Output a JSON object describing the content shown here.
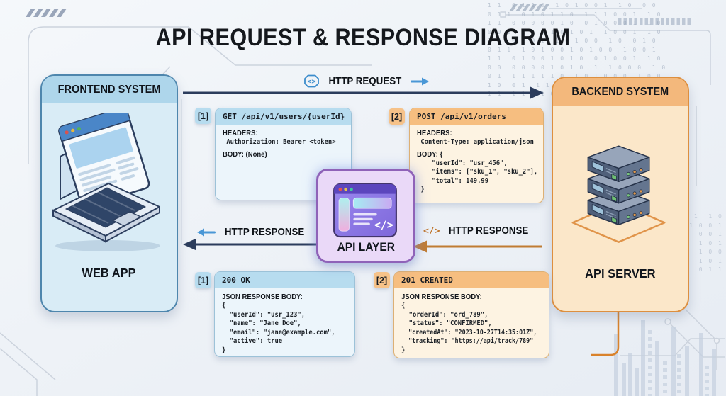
{
  "title": "API REQUEST & RESPONSE DIAGRAM",
  "nodes": {
    "frontend": {
      "header": "FRONTEND SYSTEM",
      "caption": "WEB APP"
    },
    "backend": {
      "header": "BACKEND SYSTEM",
      "caption": "API SERVER"
    },
    "api_layer": {
      "caption": "API LAYER"
    }
  },
  "flows": {
    "request": {
      "label": "HTTP REQUEST"
    },
    "response_to_frontend": {
      "label": "HTTP RESPONSE"
    },
    "response_to_api_layer": {
      "label": "HTTP RESPONSE",
      "icon_text": "</>"
    }
  },
  "request_cards": {
    "get": {
      "badge": "[1]",
      "endpoint": "GET /api/v1/users/{userId}",
      "headers_label": "HEADERS:",
      "headers_value": " Authorization: Bearer <token>",
      "body_line": "BODY: (None)"
    },
    "post": {
      "badge": "[2]",
      "endpoint": "POST /api/v1/orders",
      "headers_label": "HEADERS:",
      "headers_value": " Content-Type: application/json",
      "body_open": "BODY: {",
      "body_lines": [
        "    \"userId\": \"usr_456\",",
        "    \"items\": [\"sku_1\", \"sku_2\"],",
        "    \"total\": 149.99"
      ],
      "body_close": " }"
    }
  },
  "response_cards": {
    "ok": {
      "badge": "[1]",
      "status": "200 OK",
      "body_label": "JSON RESPONSE BODY:",
      "json_lines": [
        "{",
        "  \"userId\": \"usr_123\",",
        "  \"name\": \"Jane Doe\",",
        "  \"email\": \"jane@example.com\",",
        "  \"active\": true",
        "}"
      ]
    },
    "created": {
      "badge": "[2]",
      "status": "201 CREATED",
      "body_label": "JSON RESPONSE BODY:",
      "json_lines": [
        "{",
        "  \"orderId\": \"ord_789\",",
        "  \"status\": \"CONFIRMED\",",
        "  \"createdAt\": \"2023-10-27T14:35:01Z\",",
        "  \"tracking\": \"https://api/track/789\"",
        "}"
      ]
    }
  },
  "colors": {
    "frontend_fill": "#d9ecf6",
    "frontend_header": "#aed6eb",
    "frontend_border": "#4e86ad",
    "backend_fill": "#fbe7c9",
    "backend_header": "#f3b87c",
    "backend_border": "#dd8f3f",
    "api_layer_fill": "#ead9f8",
    "api_layer_border": "#8f62b8",
    "blue_card_header": "#b7dcef",
    "blue_card_fill": "#ecf5fb",
    "orange_card_header": "#f6be80",
    "orange_card_fill": "#fdf3e2",
    "arrow_navy": "#2b3c5c",
    "arrow_orange": "#c07c33",
    "accent_blue": "#4a97d6"
  },
  "decor": {
    "binary_top": "1 1  0 1 1 0  1 0 1 0 0 1  1 0  0 0\n0 1 1  0 1 0 1 1 0  1 1 1 0 0 1  1 0\n1 1  0 0 0 0 0 1 0  0 1 0 0 0 1  1 0\n0 0 0  1 1 0 1 0 1 0 1  1 0 0 1  1 0\n1 0  0 1 0 1  1 0 1 0 0  1 0  0 1 0\n0 1 1  1 0 1 0 0 1 0 1 0 0  1 0 0 1\n1 1  0 1 0 0 1 0 1 0  0 1 0 0 1  1 0\n0 0  0 0 0 0 1 0 1 0  1  1 0 0 0  1 0\n0 1  1 1 1 1 1 0  1 0 1 0 0 0  1 0 0\n1 0  0 1  1 1 0 0 0 1  1 0 1 0 0 1\n1 1  1 1 0 1 0 1  1 1  1 0 0 0  1 0",
    "binary_right": "1 0 0 1  1 0\n0 1  1 0 0 1\n1 0 1  0 0 1\n0 0 1  1 0 1\n1 1 0  1 0 0\n0 1 0  1 0 1\n1 0 0  0 1 1"
  }
}
